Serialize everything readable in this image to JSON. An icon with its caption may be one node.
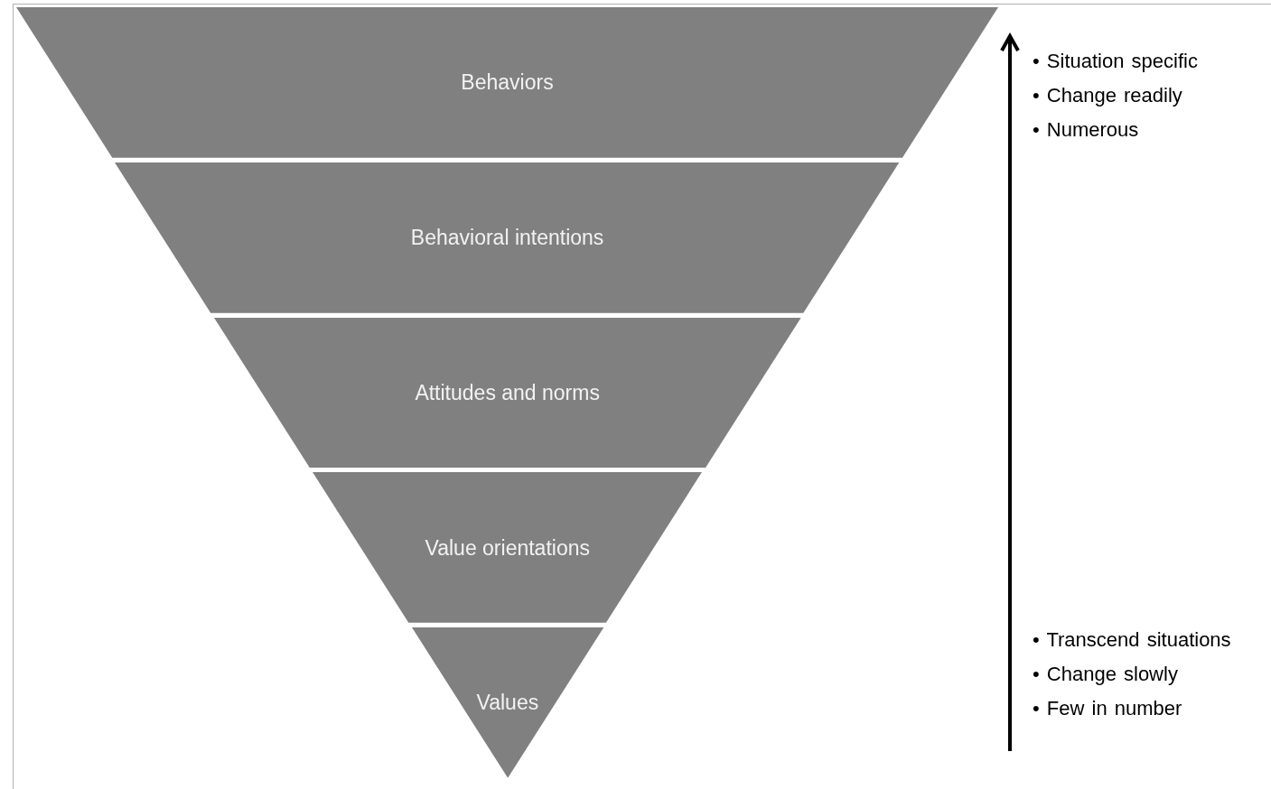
{
  "diagram": {
    "nodes": [
      {
        "text": [
          "Behaviors"
        ]
      },
      {
        "text": [
          "Behavioral intentions"
        ]
      },
      {
        "text": [
          "Attitudes and norms"
        ]
      },
      {
        "text": [
          "Value orientations"
        ]
      },
      {
        "text": [
          "Values"
        ]
      }
    ],
    "labels": [
      "• Situation specific",
      "• Change readily",
      "• Numerous",
      "• Transcend situations",
      "• Change slowly",
      "• Few in number"
    ]
  }
}
